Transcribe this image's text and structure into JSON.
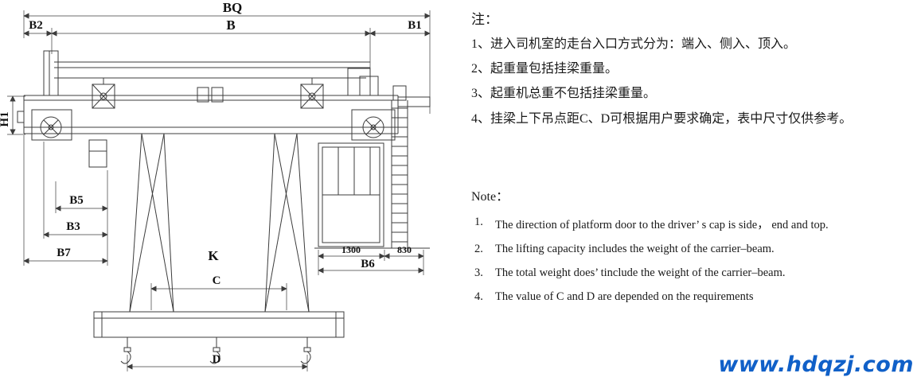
{
  "diagram": {
    "labels": {
      "bq": "BQ",
      "b": "B",
      "b1": "B1",
      "b2": "B2",
      "h1": "H1",
      "b5": "B5",
      "b3": "B3",
      "b7": "B7",
      "b6": "B6",
      "k": "K",
      "c": "C",
      "d": "D",
      "w1300": "1300",
      "w830": "830"
    }
  },
  "notes_cn": {
    "title": "注：",
    "items": [
      "1、进入司机室的走台入口方式分为：端入、侧入、顶入。",
      "2、起重量包括挂梁重量。",
      "3、起重机总重不包括挂梁重量。",
      "4、挂梁上下吊点距C、D可根据用户要求确定，表中尺寸仅供参考。"
    ]
  },
  "notes_en": {
    "title": "Note：",
    "items": [
      {
        "num": "1.",
        "text": "The direction of platform door to the driver’ s cap is side， end and top."
      },
      {
        "num": "2.",
        "text": "The lifting capacity includes the weight of the carrier–beam."
      },
      {
        "num": "3.",
        "text": "The total weight does’ tinclude the weight of the carrier–beam."
      },
      {
        "num": "4.",
        "text": "The value of C and D are depended on the requirements"
      }
    ]
  },
  "watermark": {
    "text": "www.hdqzj.com",
    "color": "#1060c8"
  }
}
